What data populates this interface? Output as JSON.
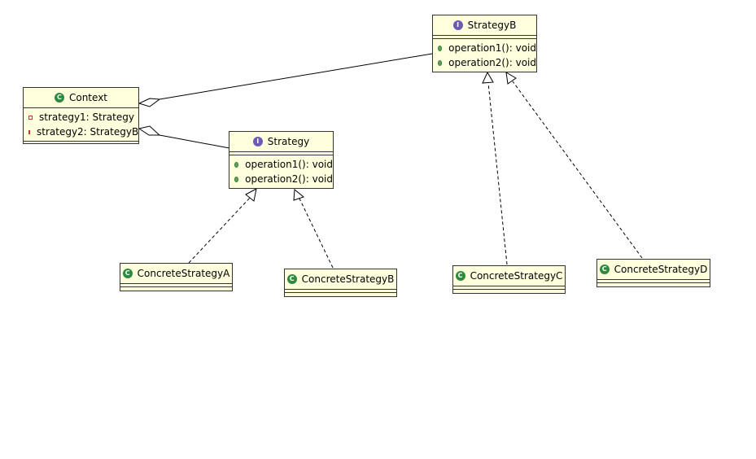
{
  "colors": {
    "box_fill": "#ffffdd",
    "box_border": "#333333",
    "class_icon": "#2e8b3e",
    "interface_icon": "#6b5bb5",
    "public_bullet": "#5aa55a",
    "private_bullet": "#c0392b"
  },
  "classes": {
    "context": {
      "kind": "class",
      "icon_letter": "C",
      "name": "Context",
      "attributes": [
        {
          "visibility": "private",
          "text": "strategy1: Strategy"
        },
        {
          "visibility": "private",
          "text": "strategy2: StrategyB"
        }
      ]
    },
    "strategy": {
      "kind": "interface",
      "icon_letter": "I",
      "name": "Strategy",
      "operations": [
        {
          "visibility": "public",
          "text": "operation1(): void"
        },
        {
          "visibility": "public",
          "text": "operation2(): void"
        }
      ]
    },
    "strategy_b": {
      "kind": "interface",
      "icon_letter": "I",
      "name": "StrategyB",
      "operations": [
        {
          "visibility": "public",
          "text": "operation1(): void"
        },
        {
          "visibility": "public",
          "text": "operation2(): void"
        }
      ]
    },
    "concrete_a": {
      "kind": "class",
      "icon_letter": "C",
      "name": "ConcreteStrategyA"
    },
    "concrete_b": {
      "kind": "class",
      "icon_letter": "C",
      "name": "ConcreteStrategyB"
    },
    "concrete_c": {
      "kind": "class",
      "icon_letter": "C",
      "name": "ConcreteStrategyC"
    },
    "concrete_d": {
      "kind": "class",
      "icon_letter": "C",
      "name": "ConcreteStrategyD"
    }
  },
  "relationships": [
    {
      "type": "aggregation",
      "from": "context",
      "to": "strategy_b"
    },
    {
      "type": "aggregation",
      "from": "context",
      "to": "strategy"
    },
    {
      "type": "realization",
      "from": "concrete_a",
      "to": "strategy"
    },
    {
      "type": "realization",
      "from": "concrete_b",
      "to": "strategy"
    },
    {
      "type": "realization",
      "from": "concrete_c",
      "to": "strategy_b"
    },
    {
      "type": "realization",
      "from": "concrete_d",
      "to": "strategy_b"
    }
  ]
}
